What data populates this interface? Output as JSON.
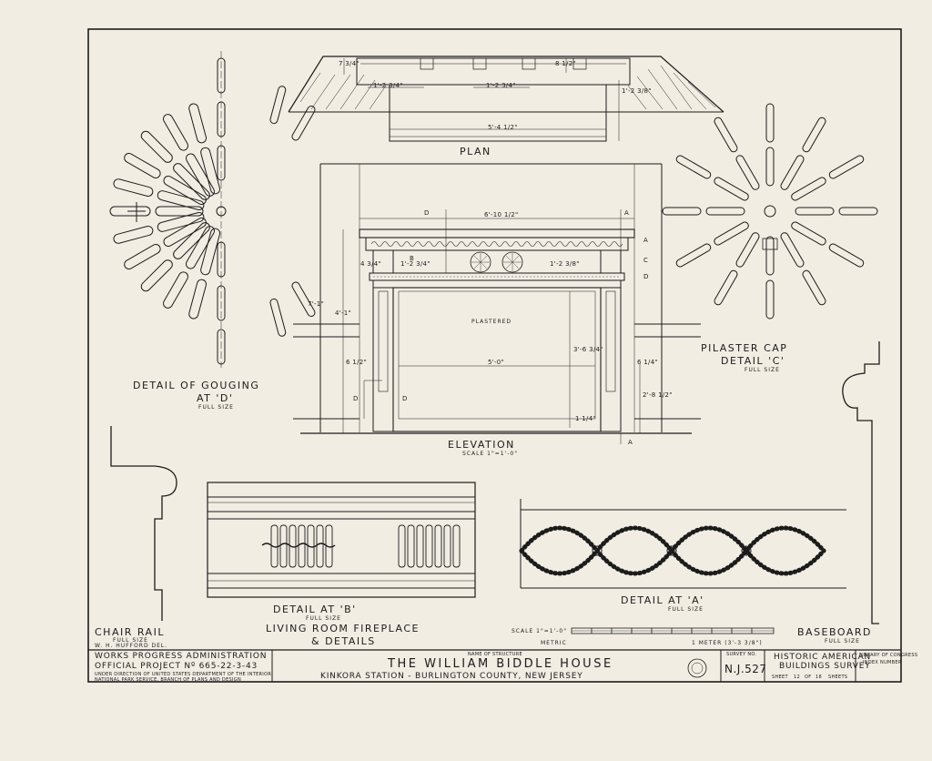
{
  "drawing": {
    "plan_label": "PLAN",
    "elevation_label": "ELEVATION",
    "elevation_scale": "SCALE 1\"=1'-0\"",
    "gouging_label_1": "DETAIL OF GOUGING",
    "gouging_label_2": "AT 'D'",
    "gouging_sub": "FULL SIZE",
    "pilaster_label_1": "PILASTER CAP",
    "pilaster_label_2": "DETAIL 'C'",
    "pilaster_sub": "FULL SIZE",
    "detail_b_label": "DETAIL AT 'B'",
    "detail_b_sub": "FULL SIZE",
    "detail_a_label": "DETAIL AT 'A'",
    "detail_a_sub": "FULL SIZE",
    "chair_rail_label": "CHAIR RAIL",
    "chair_rail_sub": "FULL SIZE",
    "baseboard_label": "BASEBOARD",
    "baseboard_sub": "FULL SIZE",
    "sheet_title_1": "LIVING ROOM FIREPLACE",
    "sheet_title_2": "& DETAILS",
    "plastered": "PLASTERED",
    "delineator": "W. H. HUFFORD DEL.",
    "dims": {
      "plan_width": "5'-4 1/2\"",
      "plan_left": "1'-2 3/4\"",
      "plan_mid": "1'-2 3/4\"",
      "plan_depth": "1'-2 3/8\"",
      "plan_left_h": "7 3/4\"",
      "plan_right_h": "8 1/2\"",
      "mantel_width": "6'-10 1/2\"",
      "opening_width": "5'-0\"",
      "opening_height": "3'-6 3/4\"",
      "total_height": "4'-1\"",
      "pilaster_left": "6 1/2\"",
      "pilaster_right": "6 1/4\"",
      "hearth": "1 1/4\"",
      "frieze_left": "4 3/4\"",
      "frieze_1": "1'-2 3/4\"",
      "frieze_2": "1'-2 3/8\"",
      "right_height": "2'-8 1/2\"",
      "left_height": "7'-1\""
    },
    "section_marks": {
      "a": "A",
      "b": "B",
      "c": "C",
      "d": "D"
    }
  },
  "title_block": {
    "wpa_line": "WORKS PROGRESS ADMINISTRATION",
    "project_line": "OFFICIAL PROJECT Nº 665-22-3-43",
    "direction_1": "UNDER DIRECTION OF UNITED STATES DEPARTMENT OF THE INTERIOR",
    "direction_2": "NATIONAL PARK SERVICE, BRANCH OF PLANS AND DESIGN",
    "name_caption": "NAME OF STRUCTURE",
    "structure_name": "THE WILLIAM BIDDLE HOUSE",
    "location": "KINKORA STATION - BURLINGTON COUNTY, NEW JERSEY",
    "survey_caption": "SURVEY NO.",
    "survey_no": "N.J.527",
    "habs_1": "HISTORIC AMERICAN",
    "habs_2": "BUILDINGS SURVEY",
    "sheet_word": "SHEET",
    "sheet_no": "12",
    "of_word": "OF",
    "sheet_total": "18",
    "sheets_word": "SHEETS",
    "corner_1": "LIBRARY OF CONGRESS",
    "corner_2": "INDEX NUMBER",
    "scale_label": "SCALE 1\"=1'-0\"",
    "metric_label": "METRIC",
    "meter_label": "1 METER (3'-3 3/8\")"
  }
}
